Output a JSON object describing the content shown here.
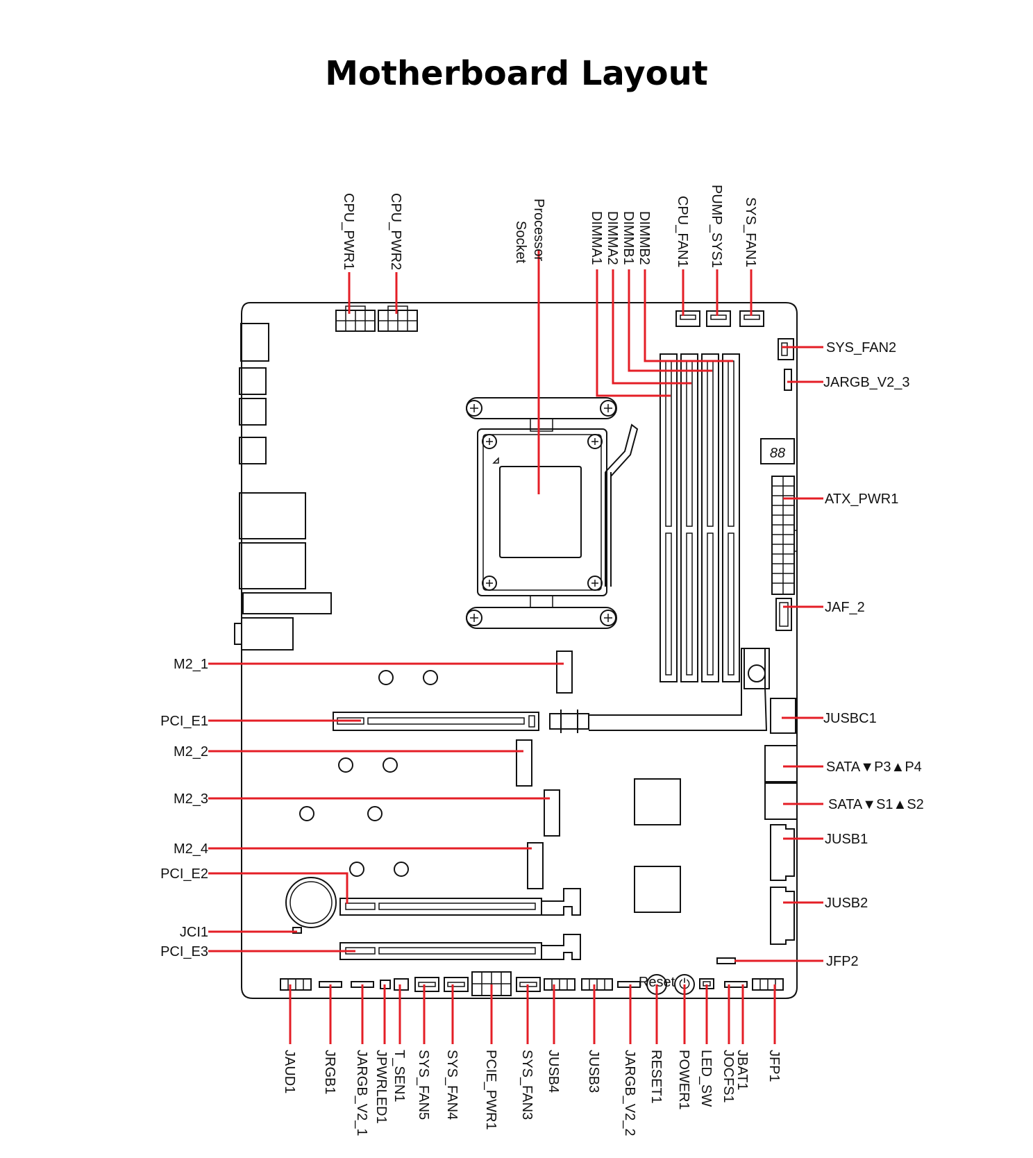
{
  "title": "Motherboard Layout",
  "colors": {
    "leader": "#e41e26",
    "outline": "#111111"
  },
  "labels": {
    "top": {
      "cpu_pwr1": "CPU_PWR1",
      "cpu_pwr2": "CPU_PWR2",
      "processor_1": "Processor",
      "processor_2": "Socket",
      "dimmb2": "DIMMB2",
      "dimmb1": "DIMMB1",
      "dimma2": "DIMMA2",
      "dimma1": "DIMMA1",
      "cpu_fan1": "CPU_FAN1",
      "pump_sys1": "PUMP_SYS1",
      "sys_fan1": "SYS_FAN1"
    },
    "right": {
      "sys_fan2": "SYS_FAN2",
      "jargb_v2_3": "JARGB_V2_3",
      "atx_pwr1": "ATX_PWR1",
      "jaf_2": "JAF_2",
      "jusbc1": "JUSBC1",
      "sata_p": "SATA▼P3▲P4",
      "sata_s": "SATA▼S1▲S2",
      "jusb1": "JUSB1",
      "jusb2": "JUSB2",
      "jfp2": "JFP2"
    },
    "left": {
      "m2_1": "M2_1",
      "pci_e1": "PCI_E1",
      "m2_2": "M2_2",
      "m2_3": "M2_3",
      "m2_4": "M2_4",
      "pci_e2": "PCI_E2",
      "jci1": "JCI1",
      "pci_e3": "PCI_E3"
    },
    "bottom": {
      "jaud1": "JAUD1",
      "jrgb1": "JRGB1",
      "jargb_v2_1": "JARGB_V2_1",
      "jpwrled1": "JPWRLED1",
      "t_sen1": "T_SEN1",
      "sys_fan5": "SYS_FAN5",
      "sys_fan4": "SYS_FAN4",
      "pcie_pwr1": "PCIE_PWR1",
      "sys_fan3": "SYS_FAN3",
      "jusb4": "JUSB4",
      "jusb3": "JUSB3",
      "jargb_v2_2": "JARGB_V2_2",
      "reset1": "RESET1",
      "power1": "POWER1",
      "led_sw": "LED_SW",
      "jocfs1": "JOCFS1",
      "jbat1": "JBAT1",
      "jfp1": "JFP1"
    }
  },
  "board_text": {
    "debug_led": "88",
    "reset_button": "Reset",
    "power_icon": "⏻"
  }
}
